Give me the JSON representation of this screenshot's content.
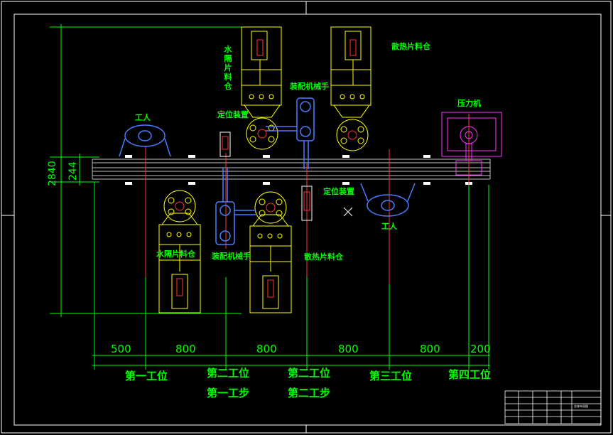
{
  "labels": {
    "water_tank_top": "水隔片料仓",
    "heat_sink_tank_top": "散热片料仓",
    "assembly_arm_top": "装配机械手",
    "positioning_top": "定位装置",
    "worker_left": "工人",
    "press": "压力机",
    "water_tank_bottom": "水隔片料仓",
    "assembly_arm_bottom": "装配机械手",
    "positioning_bottom": "定位装置",
    "heat_sink_tank_bottom": "散热片料仓",
    "worker_right": "工人"
  },
  "dimensions": {
    "total_height": "2840",
    "rail_width": "244",
    "spans": [
      "500",
      "800",
      "800",
      "800",
      "800",
      "200"
    ]
  },
  "stations": {
    "s1": "第一工位",
    "s2a_line1": "第二工位",
    "s2a_line2": "第一工步",
    "s2b_line1": "第二工位",
    "s2b_line2": "第二工步",
    "s3": "第三工位",
    "s4": "第四工位"
  },
  "title_block": {
    "drawing_title": "总体布局图"
  },
  "colors": {
    "frame": "#ffffff",
    "dimension": "#00ff00",
    "equipment": "#ffff00",
    "manipulator": "#4a7cff",
    "worker_station": "#ff3333",
    "press": "#ff00ff",
    "positioning": "#ff3333",
    "rail": "#c0c0c0"
  }
}
